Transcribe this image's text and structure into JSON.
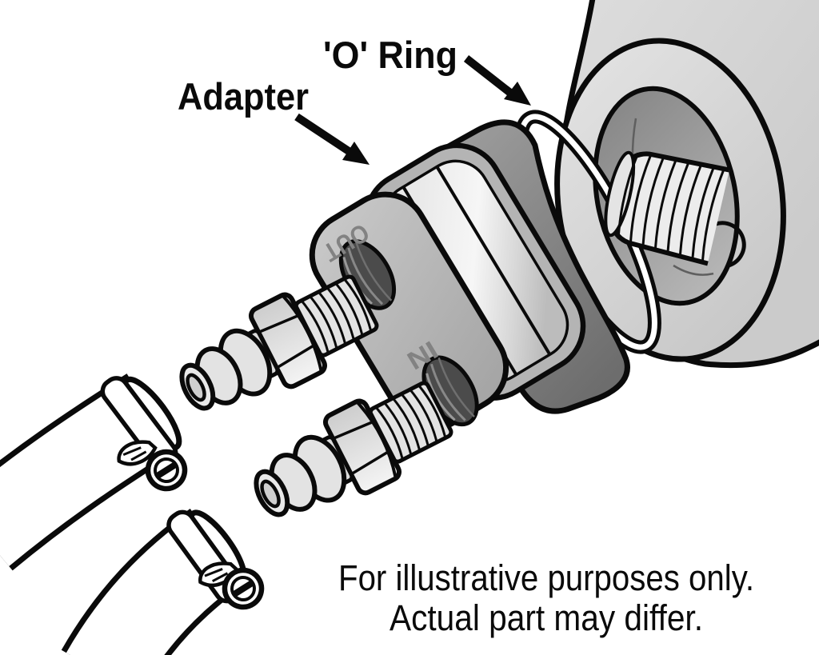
{
  "callouts": {
    "adapter": "Adapter",
    "o_ring": "'O' Ring"
  },
  "port_markings": {
    "out": "OUT",
    "in": "IN"
  },
  "disclaimer": {
    "line1": "For illustrative purposes only.",
    "line2": "Actual part may differ."
  },
  "colors": {
    "background": "#ffffff",
    "line": "#0a0a0a",
    "metal_light": "#ececec",
    "metal_mid": "#b4b4b4",
    "metal_dark": "#8a8a8a",
    "port_hole": "#4b4b4b",
    "port_marking_text": "#828282"
  }
}
